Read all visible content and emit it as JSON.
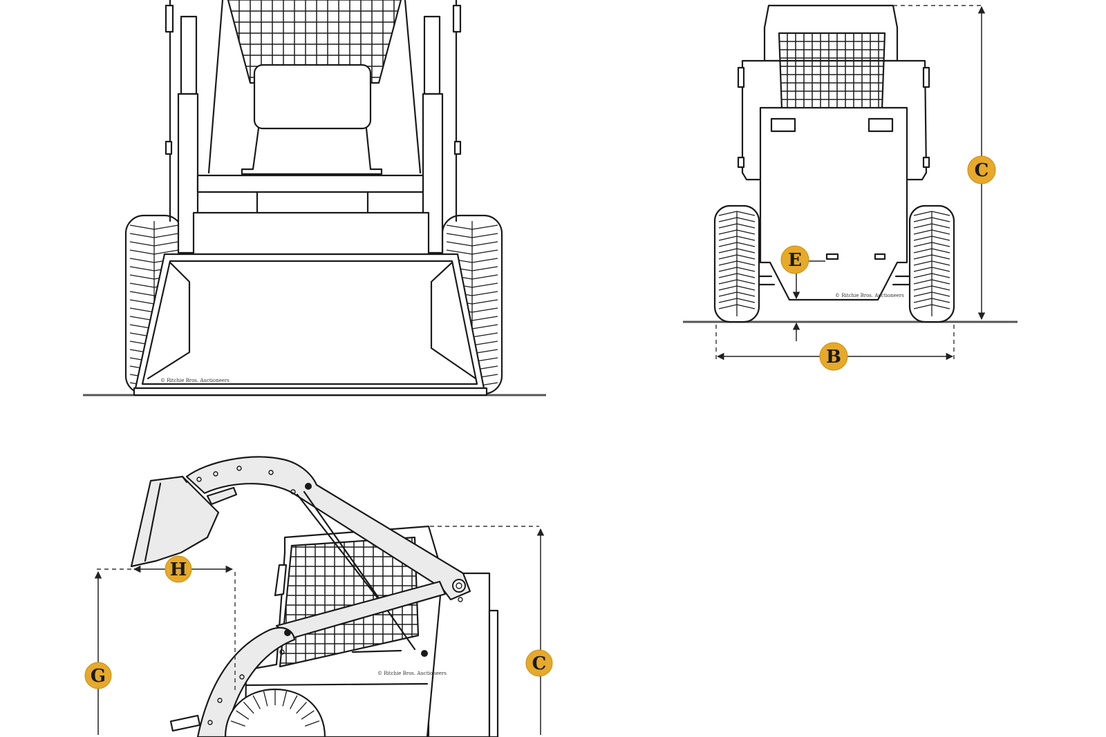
{
  "credits": {
    "front": "© Ritchie Bros. Auctioneers",
    "rear": "© Ritchie Bros. Auctioneers",
    "side": "© Ritchie Bros. Auctioneers"
  },
  "labels": {
    "rear_height": "C",
    "rear_clearance": "E",
    "rear_width": "B",
    "side_reach": "H",
    "side_hinge_height": "G",
    "side_height": "C"
  },
  "colors": {
    "badge": "#e6a92a",
    "line": "#1a1a1a",
    "ground": "#555555"
  }
}
